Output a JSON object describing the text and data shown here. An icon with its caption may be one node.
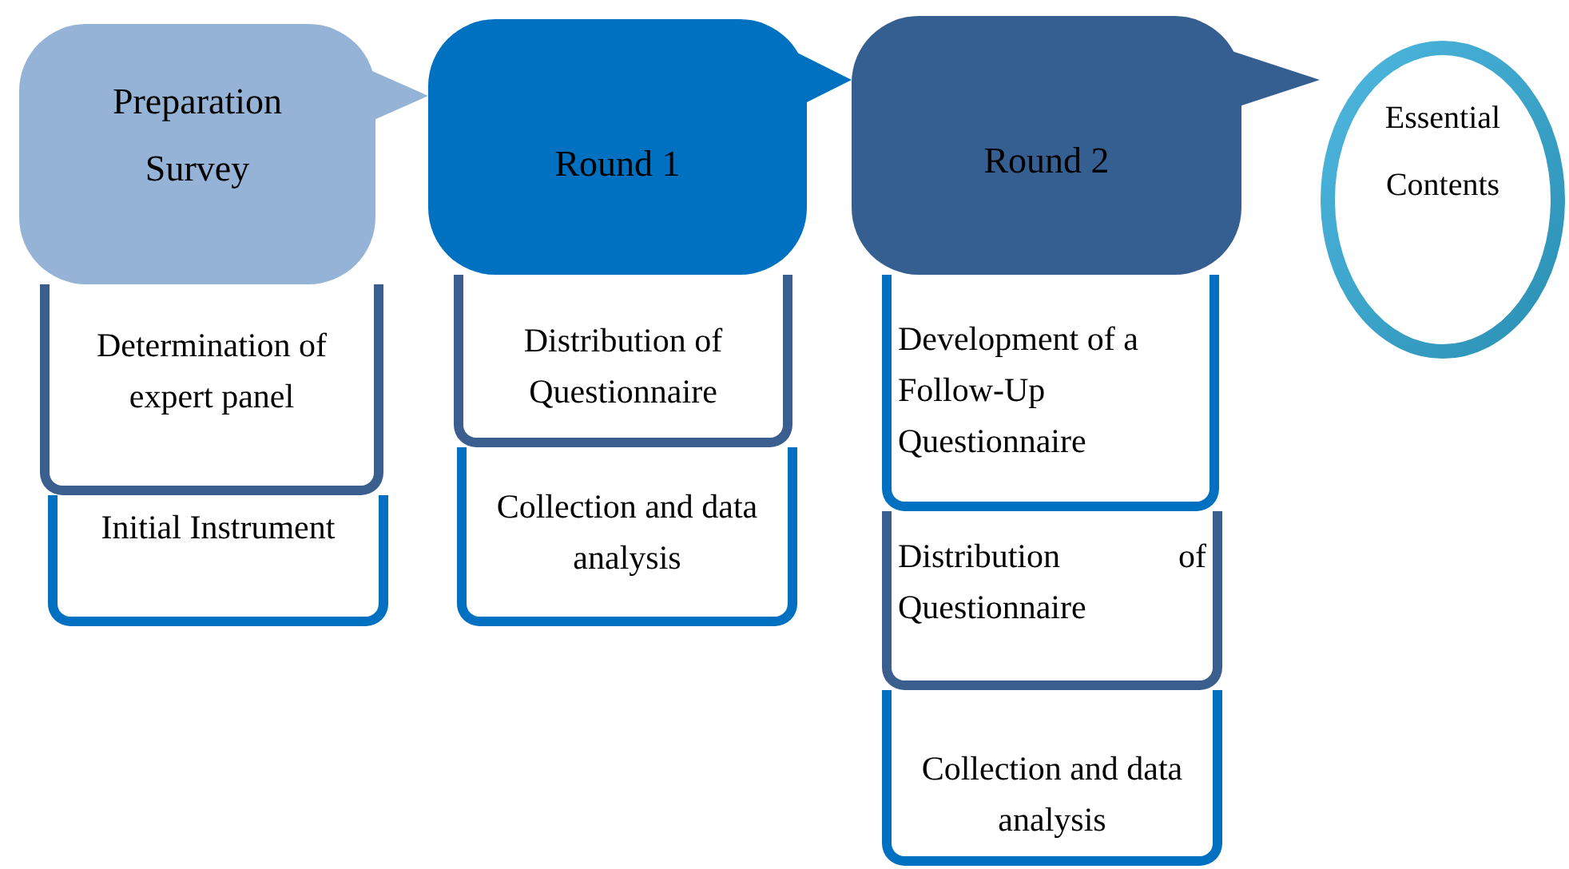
{
  "diagram": {
    "nodes": [
      {
        "text": [
          "Preparation Survey"
        ]
      },
      {
        "text": [
          "Determination of expert panel"
        ]
      },
      {
        "text": [
          "Initial Instrument"
        ]
      },
      {
        "text": [
          "Round 1"
        ]
      },
      {
        "text": [
          "Distribution of Questionnaire"
        ]
      },
      {
        "text": [
          "Collection and data analysis"
        ]
      },
      {
        "text": [
          "Round 2"
        ]
      },
      {
        "text": [
          "Development of a Follow-Up Questionnaire"
        ]
      },
      {
        "text": [
          "Distribution of Questionnaire"
        ]
      },
      {
        "text": [
          "Collection and data analysis"
        ]
      },
      {
        "text": [
          "Essential Contents"
        ]
      }
    ],
    "edges": [
      {
        "from": 0,
        "to": 3,
        "arrow": "to"
      },
      {
        "from": 3,
        "to": 6,
        "arrow": "to"
      },
      {
        "from": 6,
        "to": 10,
        "arrow": "to"
      }
    ]
  }
}
